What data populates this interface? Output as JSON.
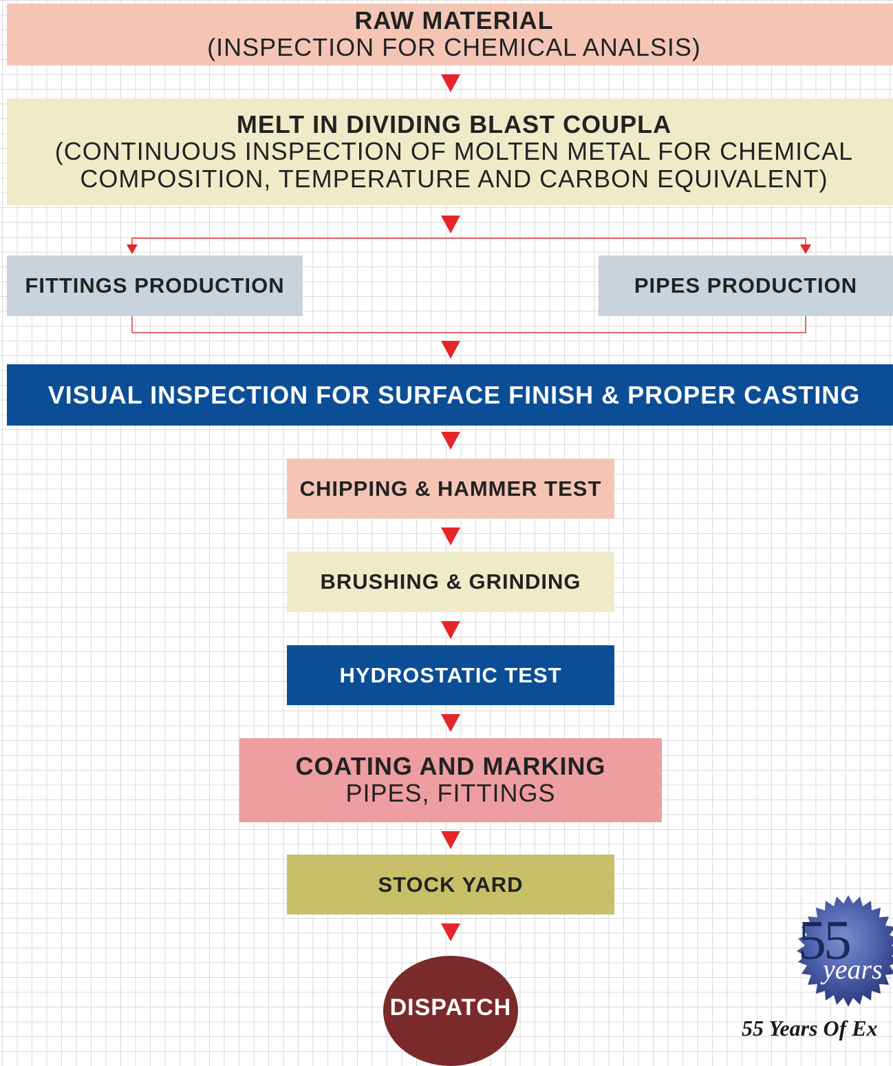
{
  "steps": {
    "raw_material": {
      "title": "RAW MATERIAL",
      "sub": "(INSPECTION FOR CHEMICAL ANALSIS)"
    },
    "melt": {
      "title": "MELT IN DIVIDING BLAST COUPLA",
      "sub1": "(CONTINUOUS INSPECTION OF MOLTEN METAL FOR CHEMICAL",
      "sub2": "COMPOSITION, TEMPERATURE AND CARBON EQUIVALENT)"
    },
    "fittings": "FITTINGS PRODUCTION",
    "pipes": "PIPES PRODUCTION",
    "visual": "VISUAL INSPECTION FOR SURFACE FINISH & PROPER CASTING",
    "chipping": "CHIPPING & HAMMER TEST",
    "brushing": "BRUSHING & GRINDING",
    "hydrostatic": "HYDROSTATIC TEST",
    "coating": {
      "title": "COATING AND MARKING",
      "sub": "PIPES, FITTINGS"
    },
    "stock": "STOCK YARD",
    "dispatch": "DISPATCH"
  },
  "badge": {
    "number": "55",
    "word": "years"
  },
  "tagline": "55 Years Of Ex",
  "colors": {
    "salmon": "#f4c5b5",
    "cream": "#efebc9",
    "grey_blue": "#c8d3db",
    "navy": "#0b4e96",
    "pink": "#ee9da1",
    "olive": "#c7c068",
    "maroon": "#7a2a2a",
    "arrow_red": "#e5252a"
  }
}
